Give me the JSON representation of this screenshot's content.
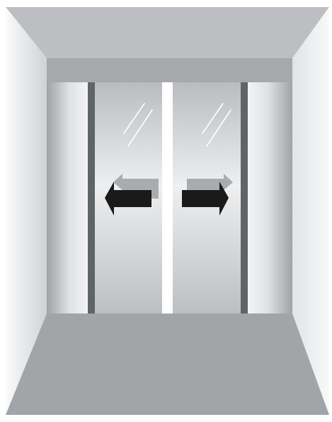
{
  "scene": {
    "subject": "elevator-interior-with-sliding-doors",
    "doors": [
      {
        "id": "left",
        "arrow": "arrow-left-icon",
        "direction": "left"
      },
      {
        "id": "right",
        "arrow": "arrow-right-icon",
        "direction": "right"
      }
    ],
    "colors": {
      "ceiling": "#bcbec1",
      "floor": "#a2a5a8",
      "wall_light": "#f6f7f8",
      "wall_dark": "#d4d6d9",
      "back_band": "#a6a8ab",
      "door_edge": "#5f6565",
      "gap": "#ffffff",
      "arrow_main": "#1a1a1a",
      "arrow_shadow": "#a2a5a8",
      "glint": "#ffffff"
    }
  }
}
